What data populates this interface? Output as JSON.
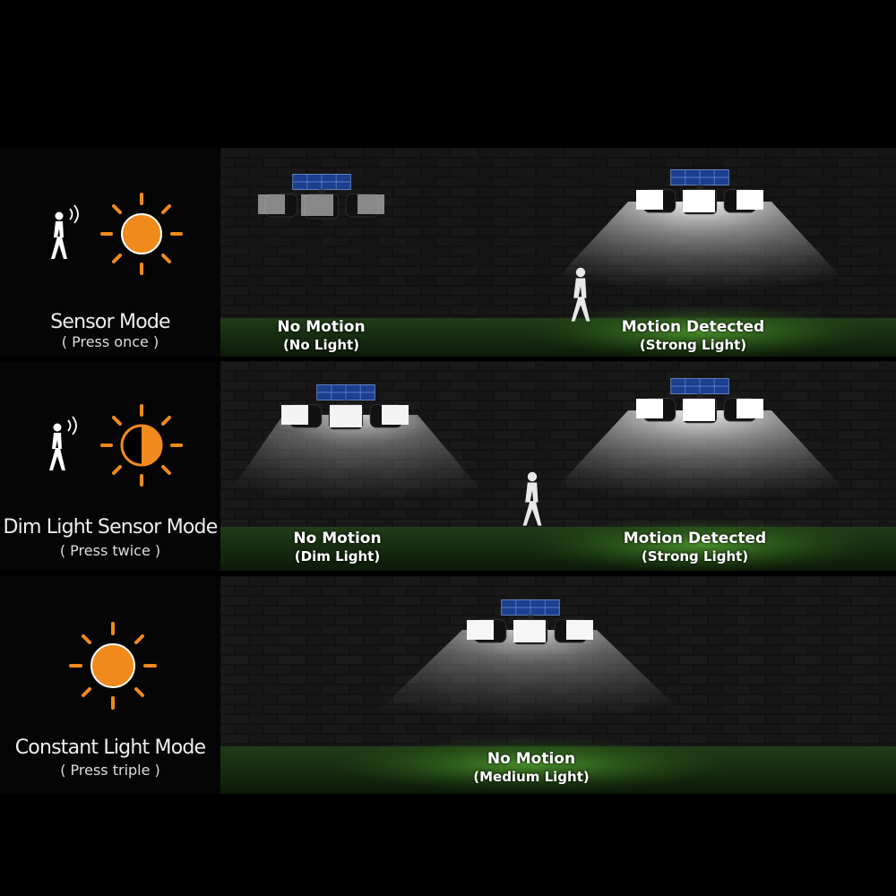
{
  "colors": {
    "sun": "#f08a1c",
    "background": "#000000",
    "brick_mortar": "#3a3a3a",
    "grass": "#2f5a22"
  },
  "modes": [
    {
      "title": "Sensor Mode",
      "subtitle": "( Press once )",
      "icons": [
        "walking-person-icon",
        "full-sun-icon"
      ],
      "states": [
        {
          "line1": "No Motion",
          "line2": "(No Light)"
        },
        {
          "line1": "Motion Detected",
          "line2": "(Strong Light)"
        }
      ]
    },
    {
      "title": "Dim Light Sensor Mode",
      "subtitle": "( Press twice )",
      "icons": [
        "walking-person-icon",
        "half-sun-icon"
      ],
      "states": [
        {
          "line1": "No Motion",
          "line2": "(Dim Light)"
        },
        {
          "line1": "Motion Detected",
          "line2": "(Strong Light)"
        }
      ]
    },
    {
      "title": "Constant Light Mode",
      "subtitle": "( Press triple )",
      "icons": [
        "full-sun-icon"
      ],
      "states": [
        {
          "line1": "No Motion",
          "line2": "(Medium Light)"
        }
      ]
    }
  ]
}
